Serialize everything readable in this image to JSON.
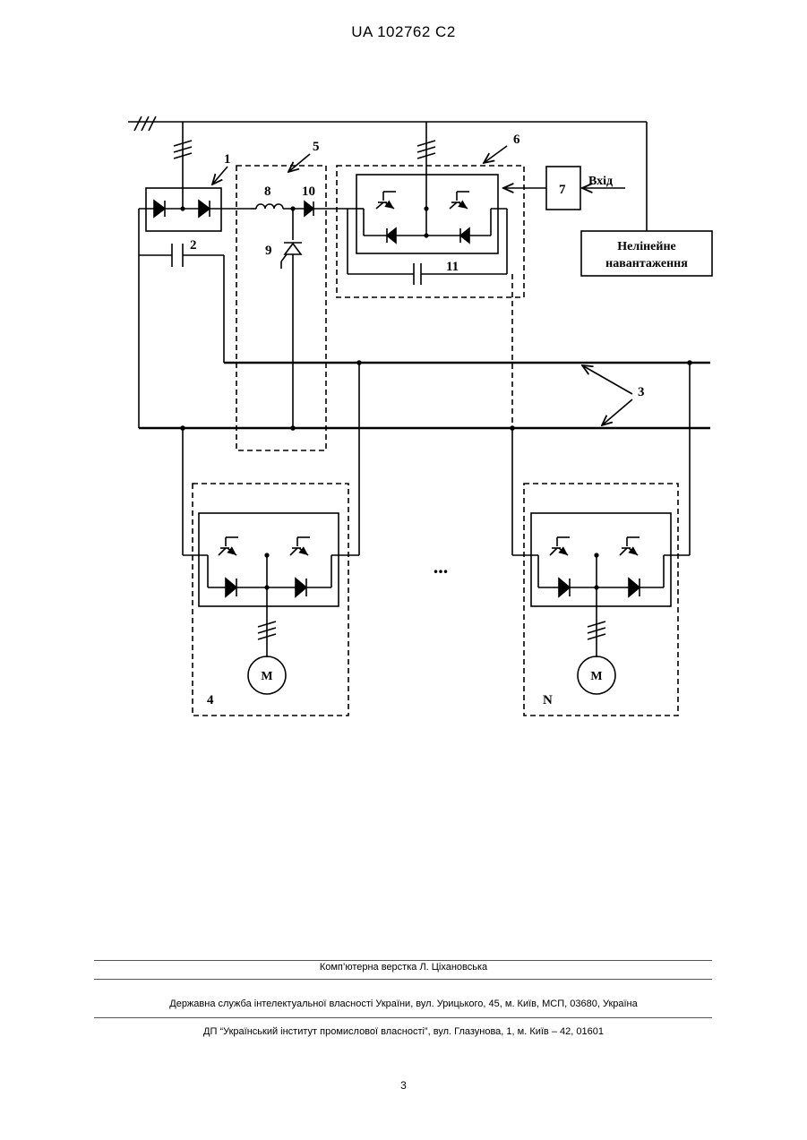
{
  "header": {
    "doc_id": "UA   102762   C2"
  },
  "diagram": {
    "labels": {
      "l1": "1",
      "l2": "2",
      "l3": "3",
      "l4": "4",
      "l5": "5",
      "l6": "6",
      "l7": "7",
      "l8": "8",
      "l9": "9",
      "l10": "10",
      "l11": "11",
      "lN": "N"
    },
    "input_label": "Вхід",
    "load_line1": "Нелінейне",
    "load_line2": "навантаження",
    "motor_label": "M",
    "ellipsis": "..."
  },
  "footer": {
    "layout_credit": "Комп’ютерна верстка Л. Ціхановська",
    "agency": "Державна служба інтелектуальної власності України, вул. Урицького, 45, м. Київ, МСП, 03680, Україна",
    "institute": "ДП “Український інститут промислової власності”, вул. Глазунова, 1, м. Київ – 42, 01601"
  },
  "page_number": "3"
}
